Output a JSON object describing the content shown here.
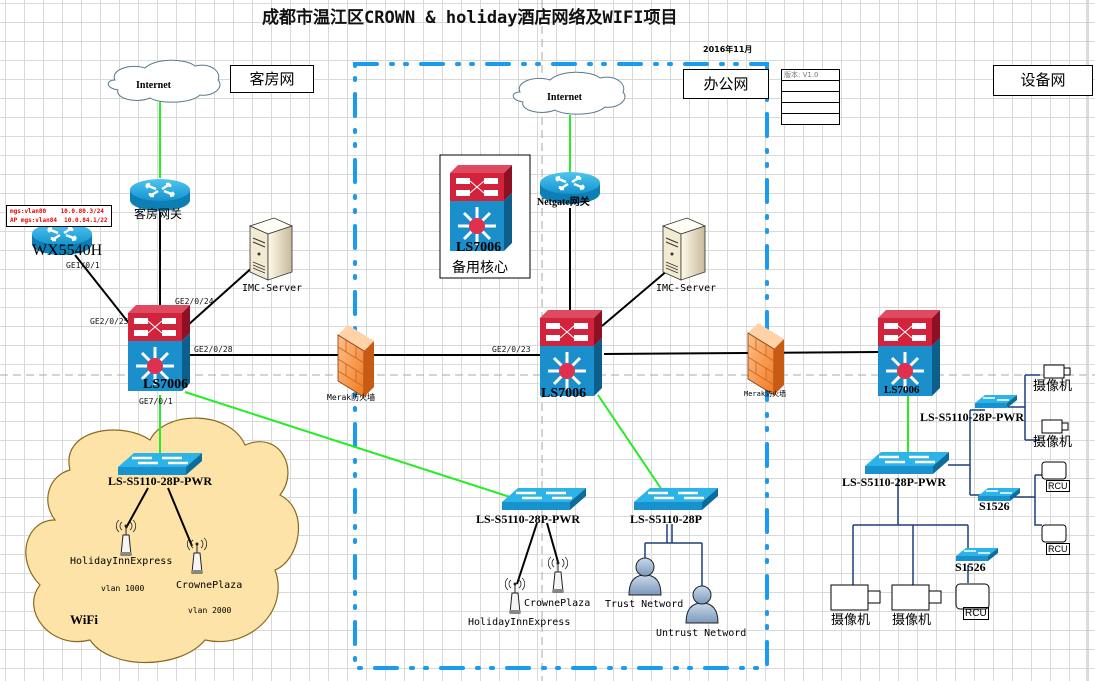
{
  "title": "成都市温江区CROWN & holiday酒店网络及WIFI项目",
  "date": "2016年11月",
  "version_box": {
    "rows": [
      "版本: V1.0",
      "",
      "",
      "",
      ""
    ]
  },
  "zones": {
    "guest": "客房网",
    "office": "办公网",
    "device": "设备网"
  },
  "guest_net": {
    "internet": "Internet",
    "gateway": "客房网关",
    "ac": "WX5540H",
    "ac_mgmt": [
      "mgs:vlan80    10.0.80.3/24",
      "AP mgs:vlan84  10.0.84.1/22"
    ],
    "ac_port": "GE1/0/1",
    "server": "IMC-Server",
    "core": "LS7006",
    "ports": {
      "left": "GE2/0/25",
      "top": "GE2/0/24",
      "right": "GE2/0/28",
      "bottom": "GE7/0/1"
    },
    "access_switch": "LS-S5110-28P-PWR",
    "wifi_cloud": "WiFi",
    "aps": [
      {
        "name": "HolidayInnExpress",
        "vlan": "vlan 1000"
      },
      {
        "name": "CrownePlaza",
        "vlan": "vlan 2000"
      }
    ]
  },
  "office_net": {
    "internet": "Internet",
    "gateway": "Netgate网关",
    "backup_core": "LS7006",
    "backup_core_label": "备用核心",
    "server": "IMC-Server",
    "core": "LS7006",
    "core_port": "GE2/0/23",
    "firewall_left": "Merak防火墙",
    "firewall_right": "Merak防火墙",
    "wifi_switch": "LS-S5110-28P-PWR",
    "wifi_aps": [
      "CrownePlaza",
      "HolidayInnExpress"
    ],
    "lan_switch": "LS-S5110-28P",
    "networks": [
      "Trust Netword",
      "Untrust Netword"
    ]
  },
  "device_net": {
    "core": "LS7006",
    "main_switch": "LS-S5110-28P-PWR",
    "sub_switch": "LS-S5110-28P-PWR",
    "s1526_a": "S1526",
    "s1526_b": "S1526",
    "camera": "摄像机",
    "rcu": "RCU"
  },
  "colors": {
    "link_green": "#22ee22",
    "link_black": "#000000",
    "link_navy": "#1f3f7a",
    "zone_border": "#1a9bf0",
    "router": "#1aa3dc",
    "core_red": "#d2233c",
    "cloud_fill": "#fde3a7"
  }
}
